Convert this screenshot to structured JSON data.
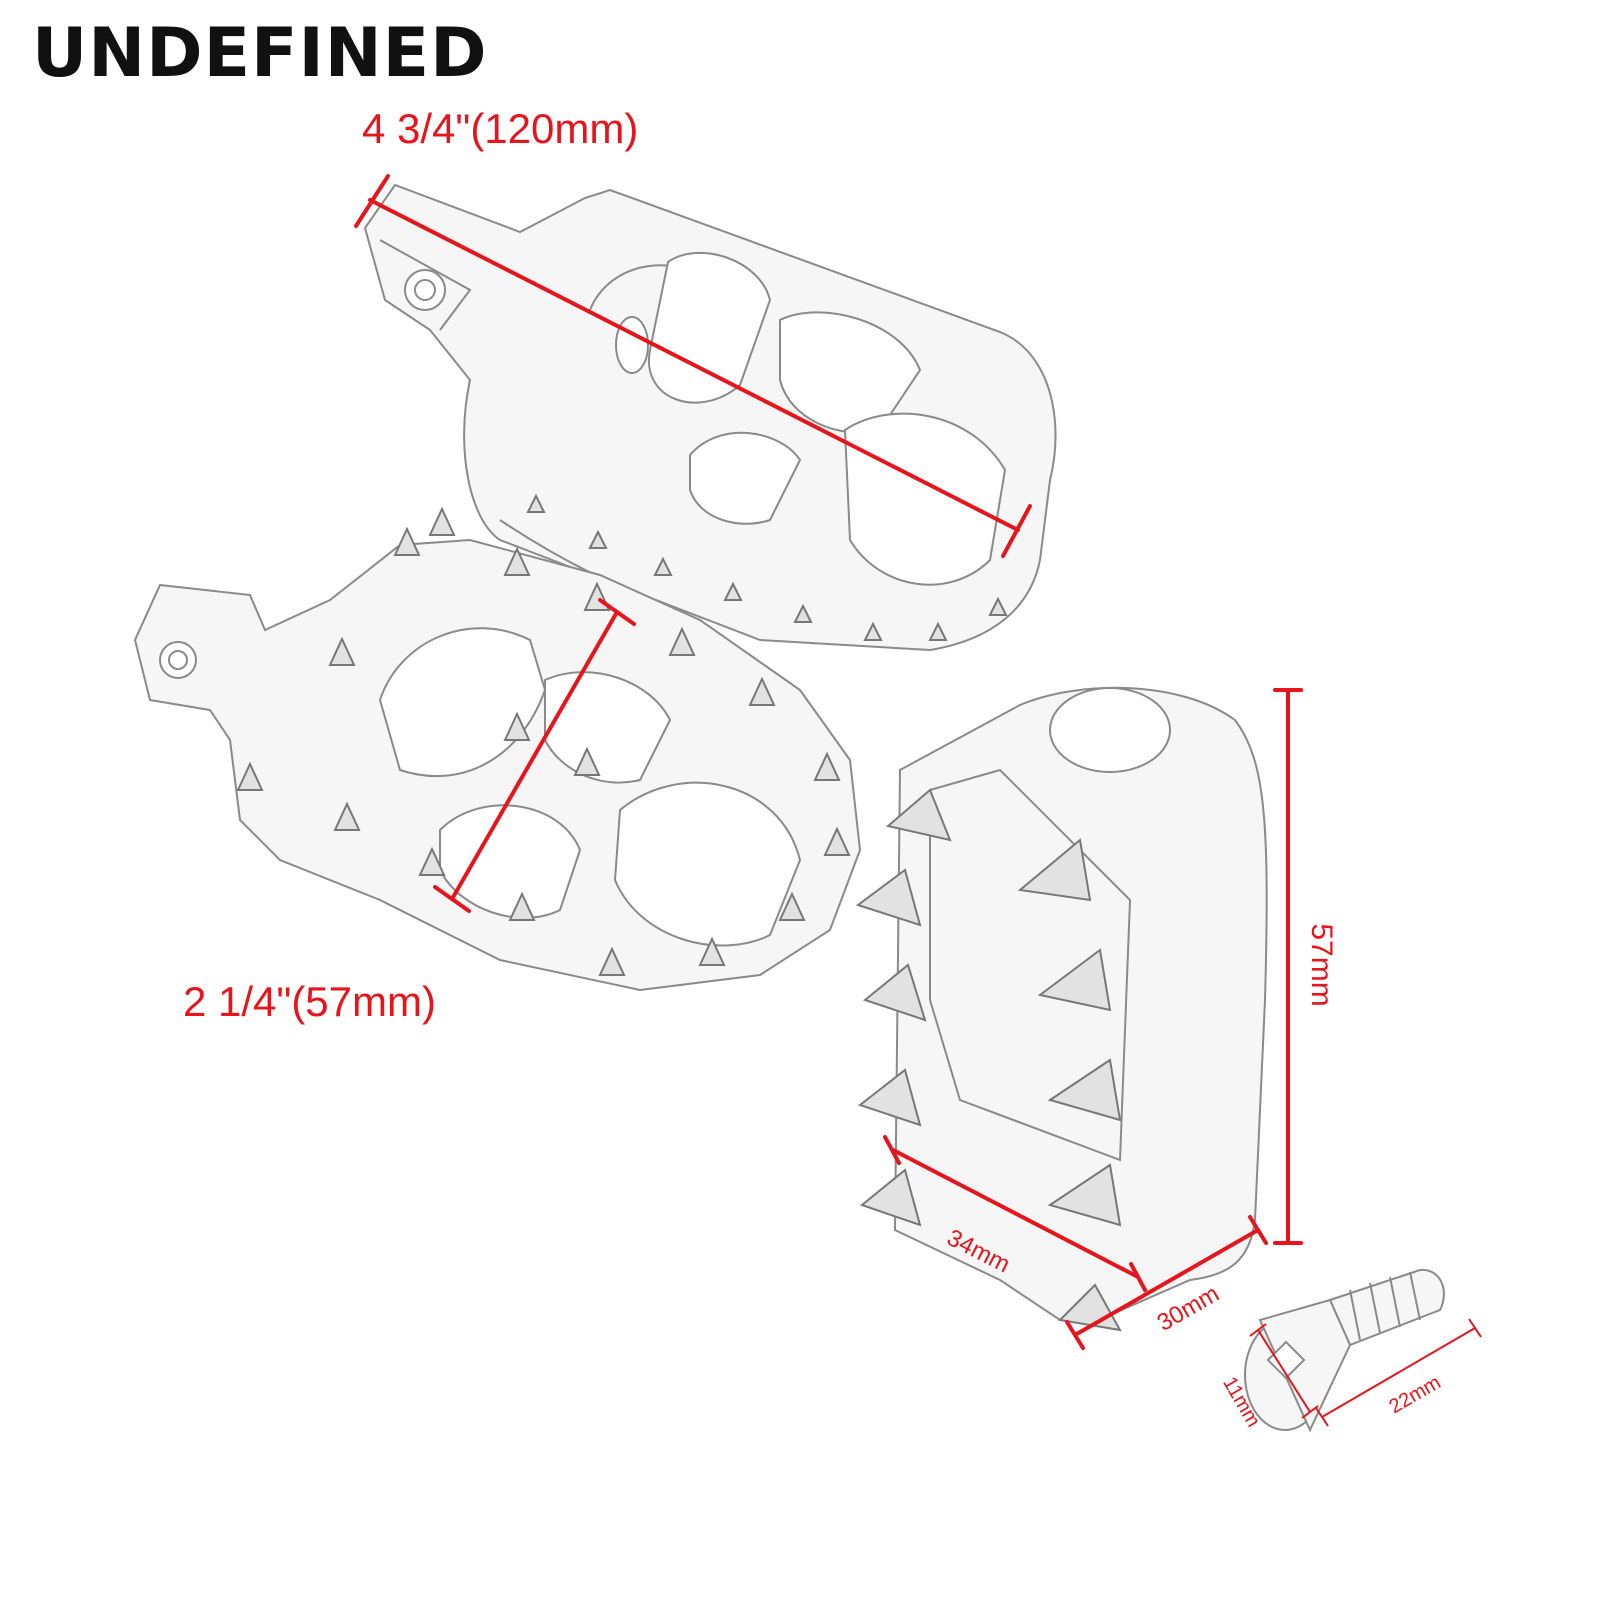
{
  "brand": "UNDEFINED",
  "dimensions": {
    "length": "4 3/4\"(120mm)",
    "width": "2 1/4\"(57mm)",
    "height": "57mm",
    "pad_length": "34mm",
    "pad_width": "30mm",
    "bolt_head": "11mm",
    "bolt_length": "22mm"
  },
  "colors": {
    "dimension": "#e8141c",
    "brand": "#111111"
  }
}
